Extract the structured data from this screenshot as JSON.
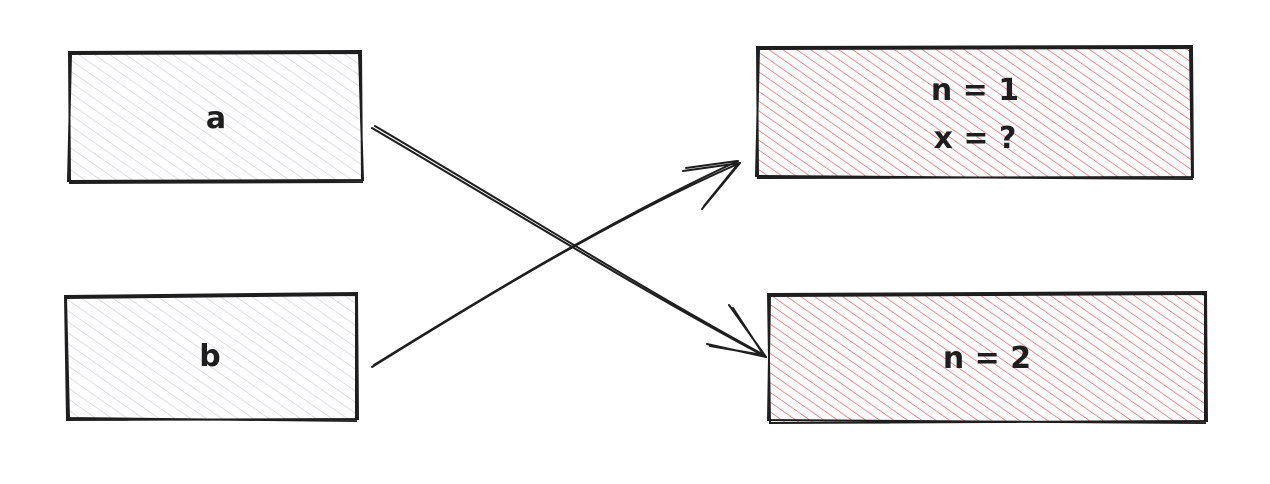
{
  "colors": {
    "gray_fill": "#ced4da",
    "red_fill": "#fa5252",
    "stroke": "#1e1e1e",
    "background": "#ffffff"
  },
  "nodes": {
    "a": {
      "label": "a"
    },
    "b": {
      "label": "b"
    },
    "top_right": {
      "lines": [
        "n = 1",
        "x = ?"
      ]
    },
    "bottom_right": {
      "lines": [
        "n = 2"
      ]
    }
  },
  "edges": [
    {
      "from": "a",
      "to": "bottom_right"
    },
    {
      "from": "b",
      "to": "top_right"
    }
  ]
}
